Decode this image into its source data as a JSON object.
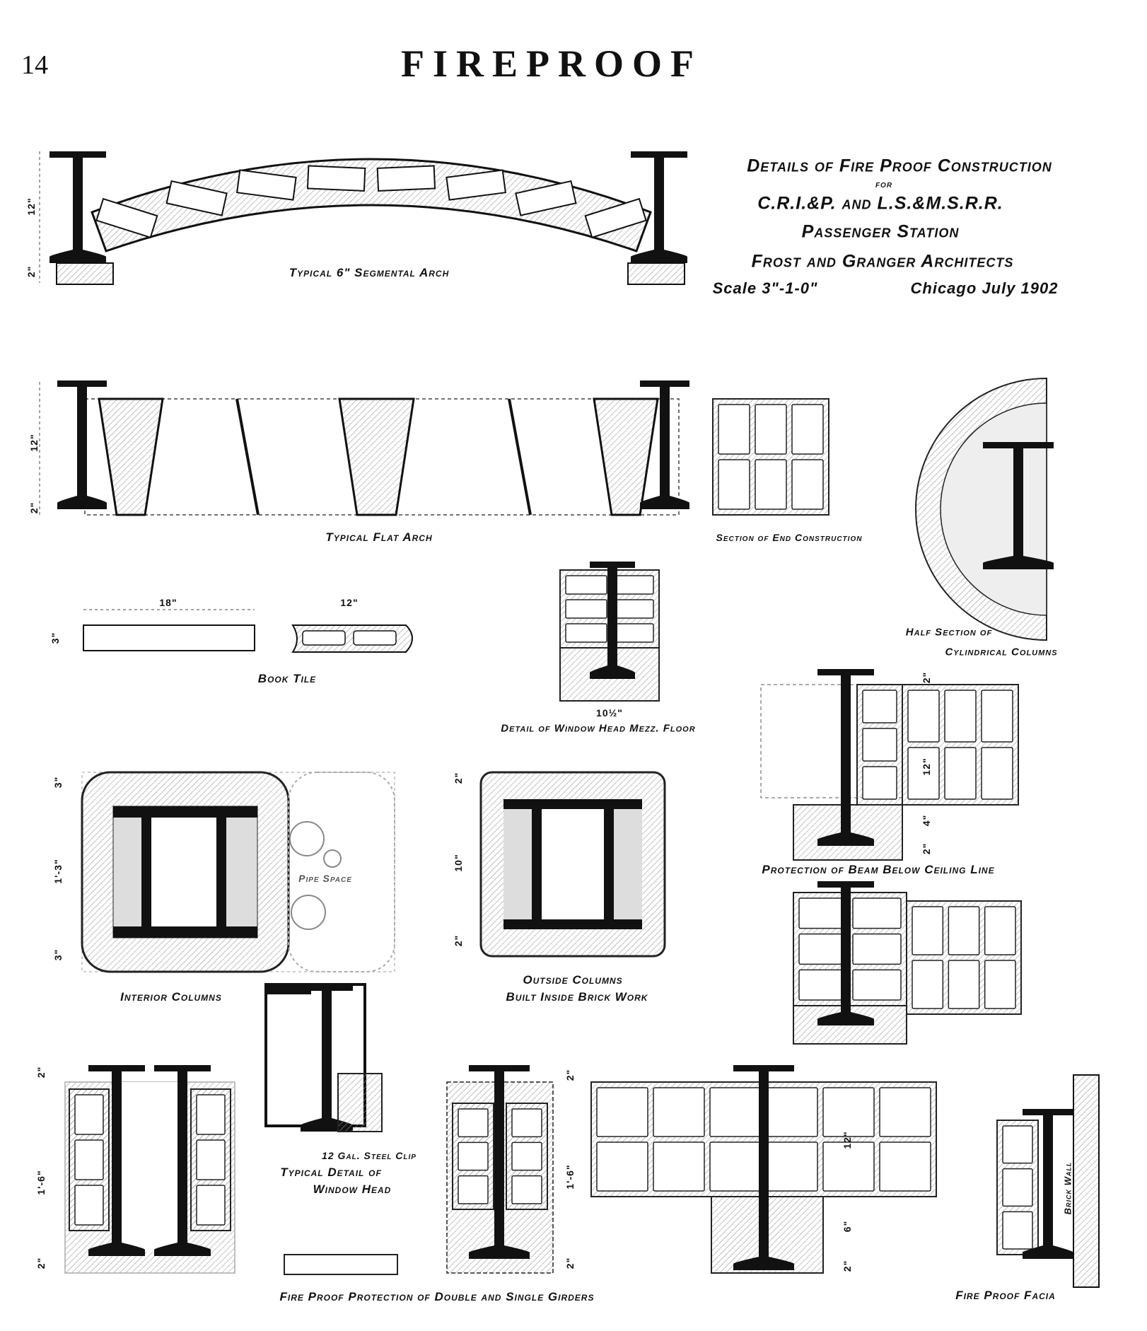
{
  "page_number": "14",
  "heading": "FIREPROOF",
  "title_block": {
    "line1": "Details of Fire Proof Construction",
    "line2": "for",
    "line3": "C.R.I.&P. and L.S.&M.S.R.R.",
    "line4": "Passenger Station",
    "line5": "Frost and Granger Architects",
    "scale": "Scale 3\"-1-0\"",
    "place_date": "Chicago July 1902"
  },
  "captions": {
    "segmental_arch": "Typical 6\" Segmental Arch",
    "flat_arch": "Typical Flat Arch",
    "end_construction": "Section of End Construction",
    "half_section_1": "Half Section of",
    "half_section_2": "Cylindrical Columns",
    "book_tile": "Book Tile",
    "window_head_mezz": "Detail of Window Head Mezz. Floor",
    "beam_protection": "Protection of Beam Below Ceiling Line",
    "pipe_space": "Pipe Space",
    "interior_columns": "Interior Columns",
    "outside_columns_1": "Outside Columns",
    "outside_columns_2": "Built Inside Brick Work",
    "steel_clip": "12 Gal. Steel Clip",
    "window_head_1": "Typical Detail of",
    "window_head_2": "Window Head",
    "girders": "Fire Proof Protection of Double and Single Girders",
    "facia": "Fire Proof Facia",
    "brick_wall": "Brick Wall"
  },
  "dimensions": {
    "arch_h": "12\"",
    "arch_b": "2\"",
    "flat_h": "12\"",
    "flat_b": "2\"",
    "book_w1": "18\"",
    "book_w2": "12\"",
    "book_h": "3\"",
    "mezz_w": "10½\"",
    "int_t": "3\"",
    "int_m": "1'-3\"",
    "int_b": "3\"",
    "out_t": "2\"",
    "out_m": "10\"",
    "out_b": "2\"",
    "beam_t": "2\"",
    "beam_m": "12\"",
    "beam_4": "4\"",
    "beam_b": "2\"",
    "dg_t": "2\"",
    "dg_m": "1'-6\"",
    "dg_b": "2\"",
    "sg_t": "2\"",
    "sg_m": "1'-6\"",
    "sg_b": "2\"",
    "wg_m": "12\"",
    "wg_6": "6\"",
    "wg_b": "2\""
  }
}
